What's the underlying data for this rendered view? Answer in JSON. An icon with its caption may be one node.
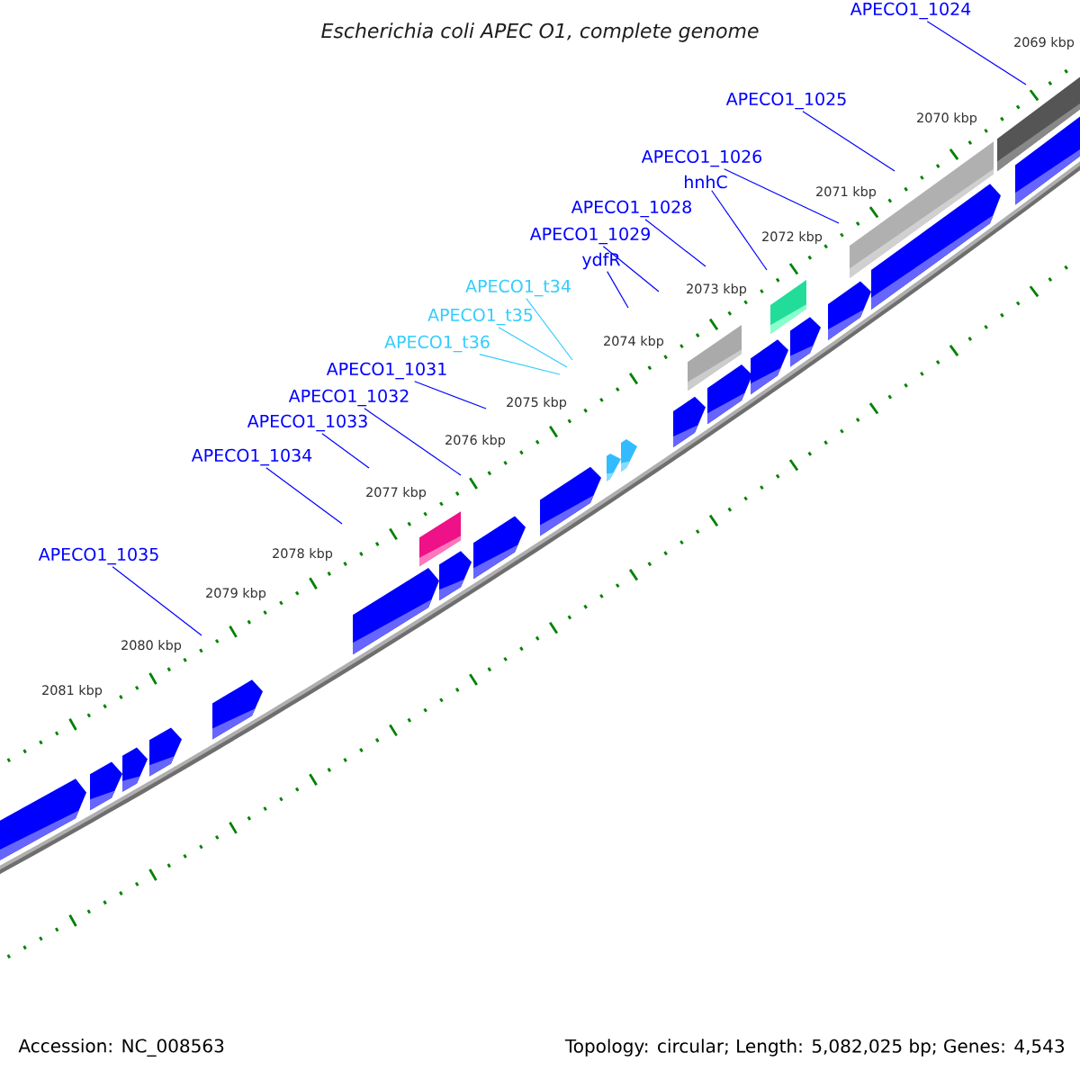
{
  "diagram": {
    "title": "Escherichia coli APEC O1, complete genome",
    "nodes": [
      {
        "text": [
          "APECO1_1024"
        ]
      },
      {
        "text": [
          "APECO1_1025"
        ]
      },
      {
        "text": [
          "APECO1_1026"
        ]
      },
      {
        "text": [
          "hnhC"
        ]
      },
      {
        "text": [
          "APECO1_1028"
        ]
      },
      {
        "text": [
          "APECO1_1029"
        ]
      },
      {
        "text": [
          "ydfR"
        ]
      },
      {
        "text": [
          "APECO1_t34"
        ]
      },
      {
        "text": [
          "APECO1_t35"
        ]
      },
      {
        "text": [
          "APECO1_t36"
        ]
      },
      {
        "text": [
          "APECO1_1031"
        ]
      },
      {
        "text": [
          "APECO1_1032"
        ]
      },
      {
        "text": [
          "APECO1_1033"
        ]
      },
      {
        "text": [
          "APECO1_1034"
        ]
      },
      {
        "text": [
          "APECO1_1035"
        ]
      }
    ],
    "edges": [
      {
        "from": 0,
        "to": null,
        "arrow": "none"
      },
      {
        "from": 1,
        "to": null,
        "arrow": "none"
      },
      {
        "from": 2,
        "to": null,
        "arrow": "none"
      },
      {
        "from": 3,
        "to": null,
        "arrow": "none"
      },
      {
        "from": 4,
        "to": null,
        "arrow": "none"
      },
      {
        "from": 5,
        "to": null,
        "arrow": "none"
      },
      {
        "from": 6,
        "to": null,
        "arrow": "none"
      },
      {
        "from": 7,
        "to": null,
        "arrow": "none",
        "color": "#33ccff"
      },
      {
        "from": 8,
        "to": null,
        "arrow": "none",
        "color": "#33ccff"
      },
      {
        "from": 9,
        "to": null,
        "arrow": "none",
        "color": "#33ccff"
      },
      {
        "from": 10,
        "to": null,
        "arrow": "none"
      },
      {
        "from": 11,
        "to": null,
        "arrow": "none"
      },
      {
        "from": 12,
        "to": null,
        "arrow": "none"
      },
      {
        "from": 13,
        "to": null,
        "arrow": "none"
      },
      {
        "from": 14,
        "to": null,
        "arrow": "none"
      }
    ],
    "labels": [
      "2069 kbp",
      "2070 kbp",
      "2071 kbp",
      "2072 kbp",
      "2073 kbp",
      "2074 kbp",
      "2075 kbp",
      "2076 kbp",
      "2077 kbp",
      "2078 kbp",
      "2079 kbp",
      "2080 kbp",
      "2081 kbp",
      "Accession: NC_008563",
      "Topology: circular; Length: 5,082,025 bp; Genes: 4,543"
    ]
  }
}
